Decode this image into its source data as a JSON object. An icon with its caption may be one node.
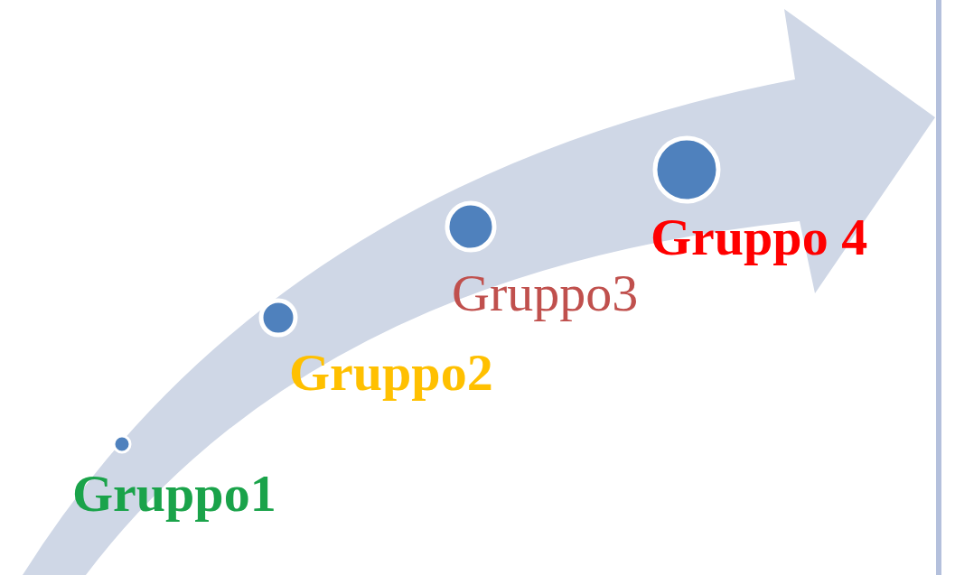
{
  "diagram": {
    "nodes": [
      {
        "text": [],
        "shape": "circle",
        "beside": [
          "Gruppo1"
        ]
      },
      {
        "text": [],
        "shape": "circle",
        "beside": [
          "Gruppo2"
        ]
      },
      {
        "text": [],
        "shape": "circle",
        "beside": [
          "Gruppo3"
        ]
      },
      {
        "text": [],
        "shape": "circle",
        "beside": [
          "Gruppo 4"
        ]
      }
    ]
  }
}
